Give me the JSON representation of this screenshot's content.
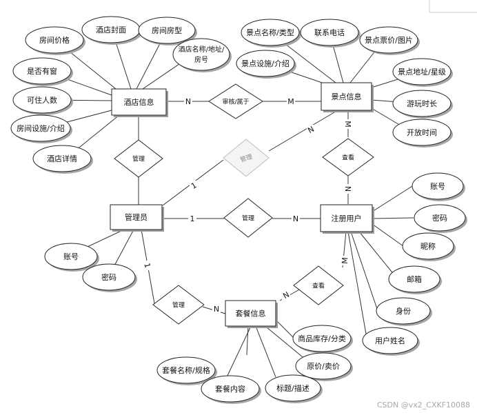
{
  "entities": {
    "hotel": "酒店信息",
    "scenic": "景点信息",
    "admin": "管理员",
    "user": "注册用户",
    "package": "套餐信息"
  },
  "relationships": {
    "audit": "审核/属于",
    "manage_hotel": "管理",
    "manage_scenic": "管理",
    "view_scenic": "查看",
    "manage_user": "管理",
    "manage_package": "管理",
    "view_package": "查看"
  },
  "attributes": {
    "hotel_price": "房间价格",
    "hotel_cover": "酒店封面",
    "hotel_roomtype": "房间房型",
    "hotel_name_line1": "酒店名称/地址/",
    "hotel_name_line2": "房号",
    "hotel_window": "是否有窗",
    "hotel_capacity": "可住人数",
    "hotel_facility": "房间设施/介绍",
    "hotel_detail": "酒店详情",
    "scenic_name": "景点名称/类型",
    "scenic_phone": "联系电话",
    "scenic_ticket": "景点票价/图片",
    "scenic_facility": "景点设施/介绍",
    "scenic_address": "景点地址/星级",
    "scenic_duration": "游玩时长",
    "scenic_open": "开放时间",
    "user_account": "账号",
    "user_password": "密码",
    "user_nickname": "昵称",
    "user_email": "邮箱",
    "user_identity": "身份",
    "user_name": "用户姓名",
    "admin_account": "账号",
    "admin_password": "密码",
    "pkg_stock": "商品库存/分类",
    "pkg_price": "原价/卖价",
    "pkg_name": "套餐名称/规格",
    "pkg_content": "套餐内容",
    "pkg_title": "标题/描述"
  },
  "cardinalities": {
    "hotel_audit": "N",
    "scenic_audit": "M",
    "scenic_admin": "N",
    "admin_scenic": "1",
    "scenic_view": "M",
    "user_view": "N",
    "admin_user": "1",
    "user_admin": "N",
    "admin_pkg": "1",
    "pkg_admin": "N",
    "pkg_user": "N",
    "user_pkg": "M"
  },
  "watermark": "CSDN @vx2_CXKF10088"
}
